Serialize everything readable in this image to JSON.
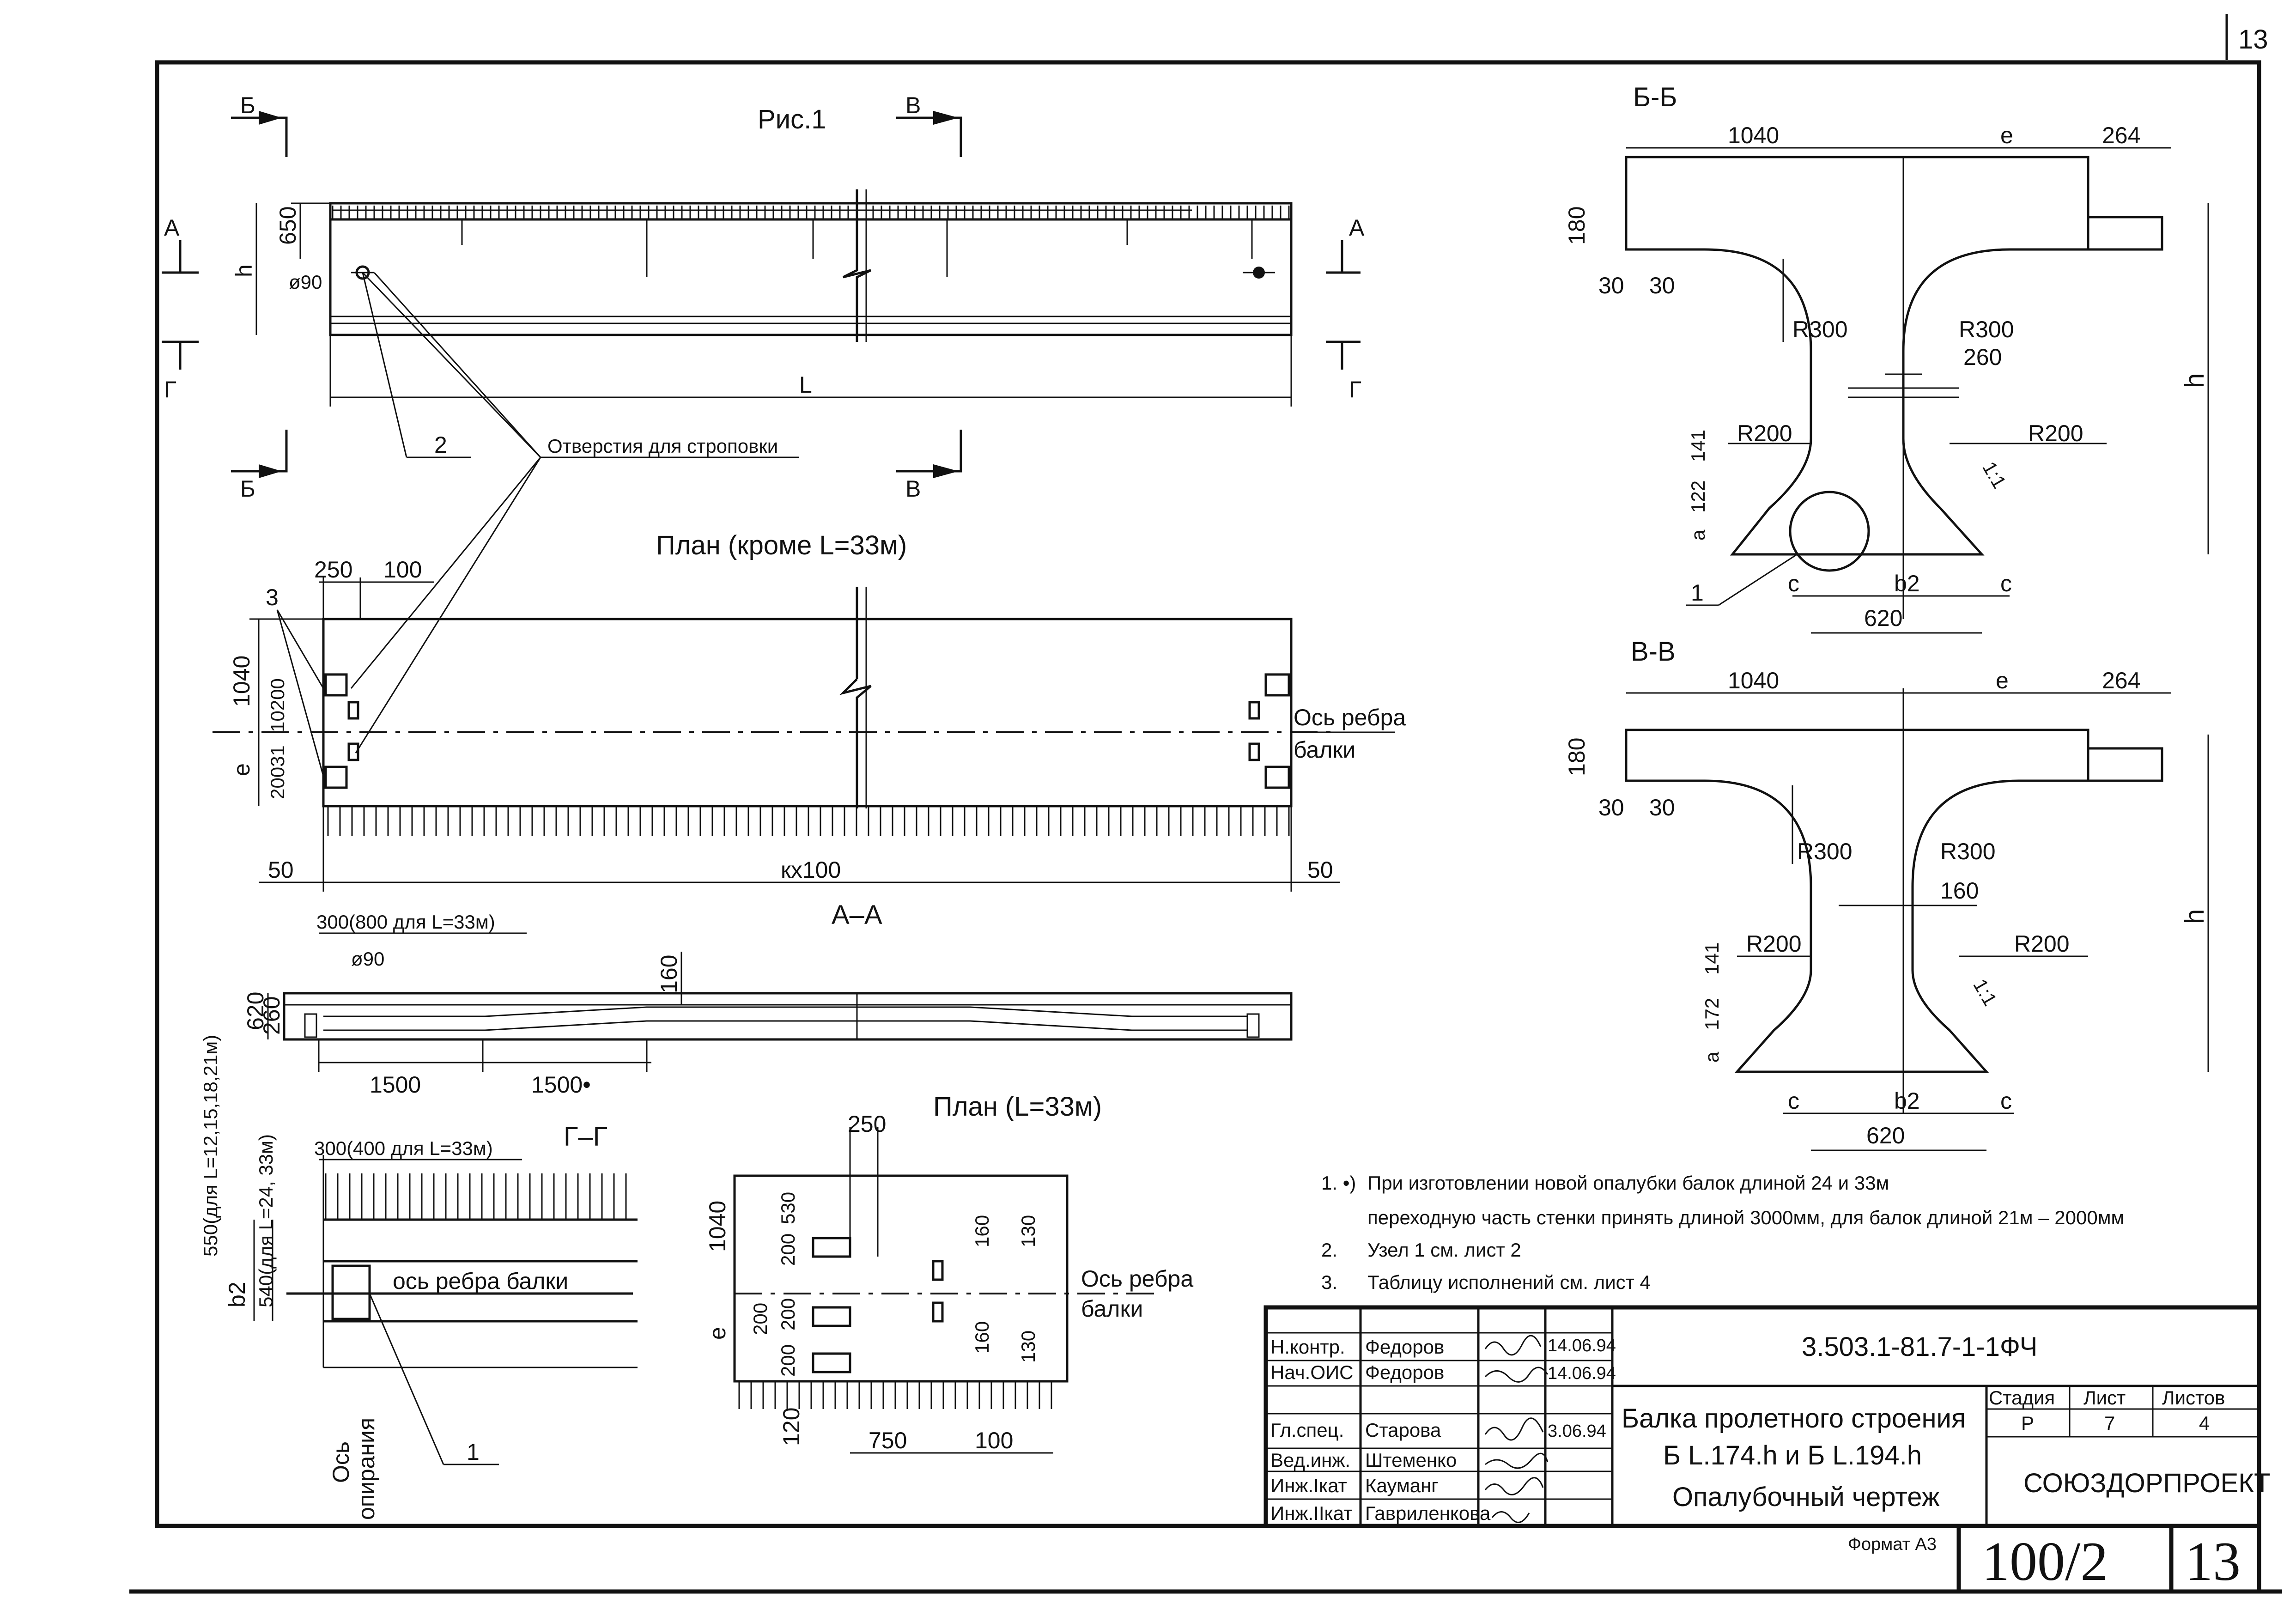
{
  "sheet_corner_number": "13",
  "labels": {
    "fig_title": "Рис.1",
    "section_b": "Б",
    "section_v": "В",
    "section_a": "А",
    "section_g": "Г",
    "dim_650": "650",
    "dim_h": "h",
    "dim_d90": "ø90",
    "dim_L": "L",
    "callout_2": "2",
    "lifting_holes": "Отверстия для строповки",
    "plan_title": "План (кроме L=33м)",
    "dim_250": "250",
    "dim_100": "100",
    "callout_3": "3",
    "dim_1040": "1040",
    "dim_10200": "10200",
    "dim_20031": "20031",
    "dim_e": "e",
    "rib_axis_1": "Ось ребра",
    "rib_axis_2": "балки",
    "dim_50_left": "50",
    "dim_kx100": "кх100",
    "dim_50_right": "50",
    "aa_title": "А–А",
    "dim_300_800": "300(800 для L=33м)",
    "dim_d90_aa": "ø90",
    "dim_160": "160",
    "dim_620": "620",
    "dim_260": "260",
    "dim_1500a": "1500",
    "dim_1500b": "1500•",
    "gg_title": "Г–Г",
    "dim_300_400": "300(400 для L=33м)",
    "dim_550": "550(для L=12,15,18,21м)",
    "dim_540": "540(для L=24, 33м)",
    "dim_b2": "b2",
    "gg_rib_axis": "ось ребра балки",
    "support_axis_1": "Ось",
    "support_axis_2": "опирания",
    "callout_1": "1",
    "plan33_title": "План (L=33м)",
    "p33_250": "250",
    "p33_530": "530",
    "p33_200a": "200",
    "p33_1040": "1040",
    "p33_160a": "160",
    "p33_130a": "130",
    "p33_e": "e",
    "p33_200b": "200",
    "p33_200c": "200",
    "p33_200d": "200",
    "p33_160b": "160",
    "p33_130b": "130",
    "p33_120": "120",
    "p33_750": "750",
    "p33_100": "100",
    "p33_axis_1": "Ось ребра",
    "p33_axis_2": "балки"
  },
  "section_bb": {
    "title": "Б-Б",
    "d1040": "1040",
    "de": "e",
    "d264": "264",
    "d180": "180",
    "d30a": "30",
    "d30b": "30",
    "r300a": "R300",
    "r300b": "R300",
    "d260": "260",
    "dh": "h",
    "r200a": "R200",
    "r200b": "R200",
    "d122": "122",
    "d141": "141",
    "da": "a",
    "slope": "1:1",
    "c1": "c",
    "b2": "b2",
    "c2": "c",
    "d620": "620",
    "callout": "1"
  },
  "section_vv": {
    "title": "В-В",
    "d1040": "1040",
    "de": "e",
    "d264": "264",
    "d180": "180",
    "d30a": "30",
    "d30b": "30",
    "r300a": "R300",
    "r300b": "R300",
    "d160": "160",
    "dh": "h",
    "r200a": "R200",
    "r200b": "R200",
    "d172": "172",
    "d141": "141",
    "da": "a",
    "slope": "1:1",
    "c1": "c",
    "b2": "b2",
    "c2": "c",
    "d620": "620"
  },
  "notes": [
    {
      "num": "1. •)",
      "text": "При изготовлении новой опалубки балок длиной 24 и 33м"
    },
    {
      "num": "",
      "text": "переходную часть стенки принять длиной 3000мм, для балок длиной 21м – 2000мм"
    },
    {
      "num": "2.",
      "text": "Узел 1 см. лист 2"
    },
    {
      "num": "3.",
      "text": "Таблицу исполнений см. лист 4"
    }
  ],
  "title_block": {
    "doc_code": "3.503.1-81.7-1-1ФЧ",
    "rows": [
      {
        "role": "Н.контр.",
        "name": "Федоров",
        "date": "14.06.94"
      },
      {
        "role": "Нач.ОИС",
        "name": "Федоров",
        "date": "14.06.94"
      },
      {
        "role": "Гл.спец.",
        "name": "Старова",
        "date": "3.06.94"
      },
      {
        "role": "Вед.инж.",
        "name": "Штеменко",
        "date": ""
      },
      {
        "role": "Инж.Iкат",
        "name": "Кауманг",
        "date": ""
      },
      {
        "role": "Инж.IIкат",
        "name": "Гавриленкова",
        "date": ""
      }
    ],
    "description_1": "Балка пролетного строения",
    "description_2": "Б L.174.h и Б L.194.h",
    "description_3": "Опалубочный чертеж",
    "stage_label": "Стадия",
    "sheet_label": "Лист",
    "sheets_label": "Листов",
    "stage": "Р",
    "sheet": "7",
    "sheets": "4",
    "organization": "СОЮЗДОРПРОЕКТ",
    "format": "Формат А3",
    "album": "100/2",
    "page": "13"
  }
}
